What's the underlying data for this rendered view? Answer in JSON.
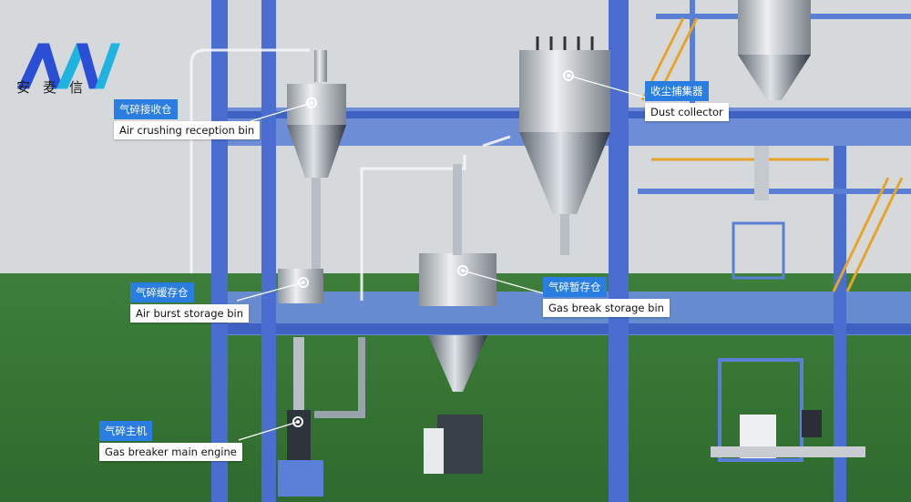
{
  "brand": {
    "name_cn": "安麦信"
  },
  "labels": [
    {
      "cn": "气碎接收仓",
      "en": "Air crushing reception bin"
    },
    {
      "cn": "收尘捕集器",
      "en": "Dust collector"
    },
    {
      "cn": "气碎缓存仓",
      "en": "Air burst storage bin"
    },
    {
      "cn": "气碎暂存仓",
      "en": "Gas break storage bin"
    },
    {
      "cn": "气碎主机",
      "en": "Gas breaker main engine"
    }
  ],
  "colors": {
    "accent": "#2a7de1",
    "steel": "#4e6fc8",
    "floor": "#3f8a3f",
    "wall": "#d6d9dc"
  }
}
